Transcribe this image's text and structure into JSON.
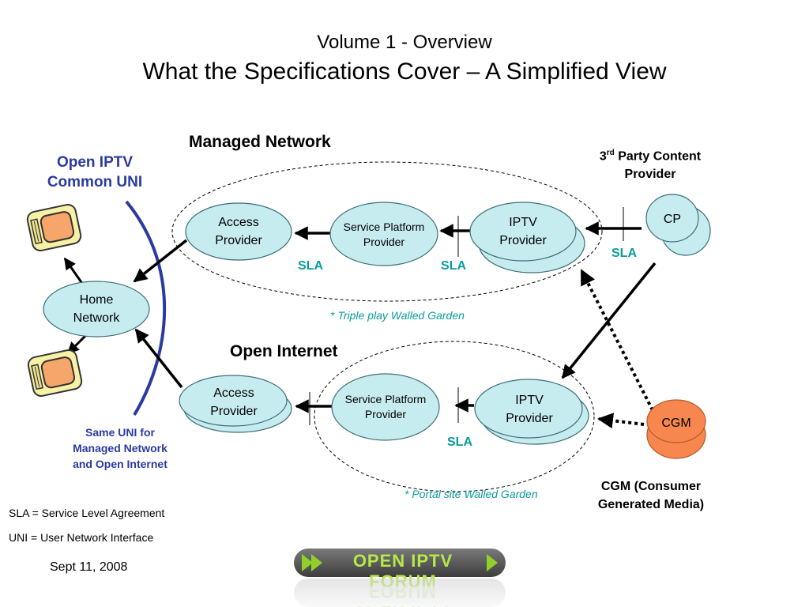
{
  "title": {
    "line1": "Volume 1 - Overview",
    "line2": "What the Specifications Cover – A Simplified View"
  },
  "labels": {
    "managed_network": "Managed Network",
    "open_internet": "Open Internet",
    "uni_line1": "Open IPTV",
    "uni_line2": "Common UNI",
    "third_party_sup": "rd",
    "third_party_pre": "3",
    "third_party_rest": " Party Content",
    "third_party_line2": "Provider",
    "same_uni_line1": "Same UNI for",
    "same_uni_line2": "Managed Network",
    "same_uni_line3": "and Open Internet",
    "cgm_desc_line1": "CGM (Consumer",
    "cgm_desc_line2": "Generated Media)",
    "triple_play": "* Triple play Walled Garden",
    "portal_site": "* Portal site Walled Garden",
    "sla_def": "SLA = Service Level Agreement",
    "uni_def": "UNI = User Network Interface",
    "date": "Sept 11, 2008"
  },
  "sla": {
    "managed_left": "SLA",
    "managed_mid": "SLA",
    "cp_link": "SLA",
    "open_mid": "SLA"
  },
  "nodes": {
    "home_network": {
      "line1": "Home",
      "line2": "Network"
    },
    "access_managed": {
      "line1": "Access",
      "line2": "Provider"
    },
    "sp_managed": {
      "line1": "Service Platform",
      "line2": "Provider"
    },
    "iptv_managed": {
      "line1": "IPTV",
      "line2": "Provider"
    },
    "cp": {
      "line1": "CP"
    },
    "access_open": {
      "line1": "Access",
      "line2": "Provider"
    },
    "sp_open": {
      "line1": "Service Platform",
      "line2": "Provider"
    },
    "iptv_open": {
      "line1": "IPTV",
      "line2": "Provider"
    },
    "cgm": {
      "line1": "CGM"
    }
  },
  "logo": {
    "text": "OPEN IPTV FORUM"
  },
  "icons": {
    "tv_top": "tv-icon",
    "tv_bottom": "tv-icon"
  },
  "colors": {
    "node_fill": "#c7ecef",
    "cgm_fill": "#f7874f",
    "uni_line": "#2b3aa0",
    "sla_text": "#0b9c9c"
  }
}
